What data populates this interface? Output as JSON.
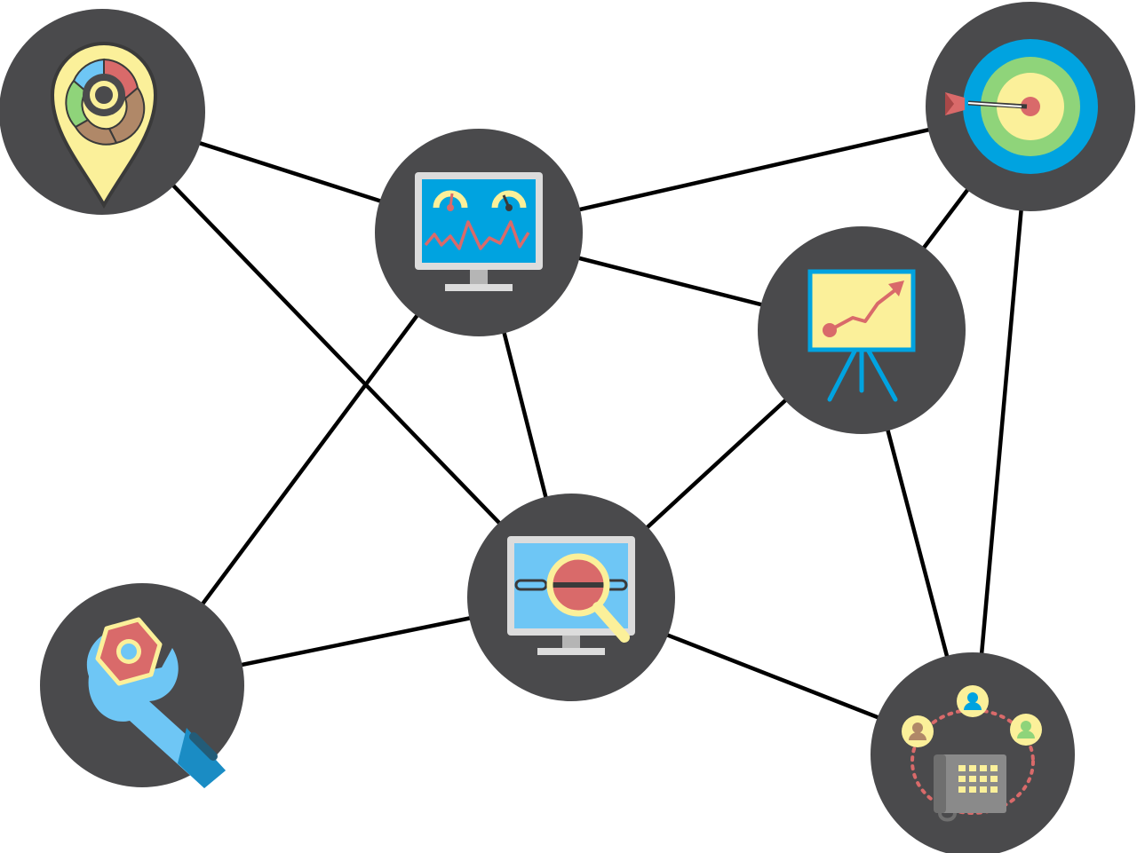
{
  "diagram": {
    "colors": {
      "background": "#ffffff",
      "node": "#4a4a4c",
      "edge": "#000000",
      "blue": "#00a3e0",
      "light_blue": "#6ec6f5",
      "yellow": "#fbf09a",
      "red": "#d96a6a",
      "green": "#8fd47a",
      "brown": "#b08868",
      "grey": "#8a8a8a"
    },
    "nodes": [
      {
        "id": "location-analytics",
        "icon": "map-pin-donut-chart-icon"
      },
      {
        "id": "dashboard-monitor",
        "icon": "monitor-gauges-icon"
      },
      {
        "id": "target",
        "icon": "dartboard-target-icon"
      },
      {
        "id": "presentation-growth",
        "icon": "growth-presentation-board-icon"
      },
      {
        "id": "link-analysis",
        "icon": "monitor-chain-magnifier-icon"
      },
      {
        "id": "maintenance",
        "icon": "wrench-nut-icon"
      },
      {
        "id": "communication",
        "icon": "phone-people-network-icon"
      }
    ],
    "edges": [
      [
        "location-analytics",
        "dashboard-monitor"
      ],
      [
        "location-analytics",
        "link-analysis"
      ],
      [
        "dashboard-monitor",
        "target"
      ],
      [
        "dashboard-monitor",
        "presentation-growth"
      ],
      [
        "dashboard-monitor",
        "link-analysis"
      ],
      [
        "dashboard-monitor",
        "maintenance"
      ],
      [
        "target",
        "presentation-growth"
      ],
      [
        "target",
        "communication"
      ],
      [
        "presentation-growth",
        "link-analysis"
      ],
      [
        "presentation-growth",
        "communication"
      ],
      [
        "link-analysis",
        "maintenance"
      ],
      [
        "link-analysis",
        "communication"
      ]
    ]
  }
}
